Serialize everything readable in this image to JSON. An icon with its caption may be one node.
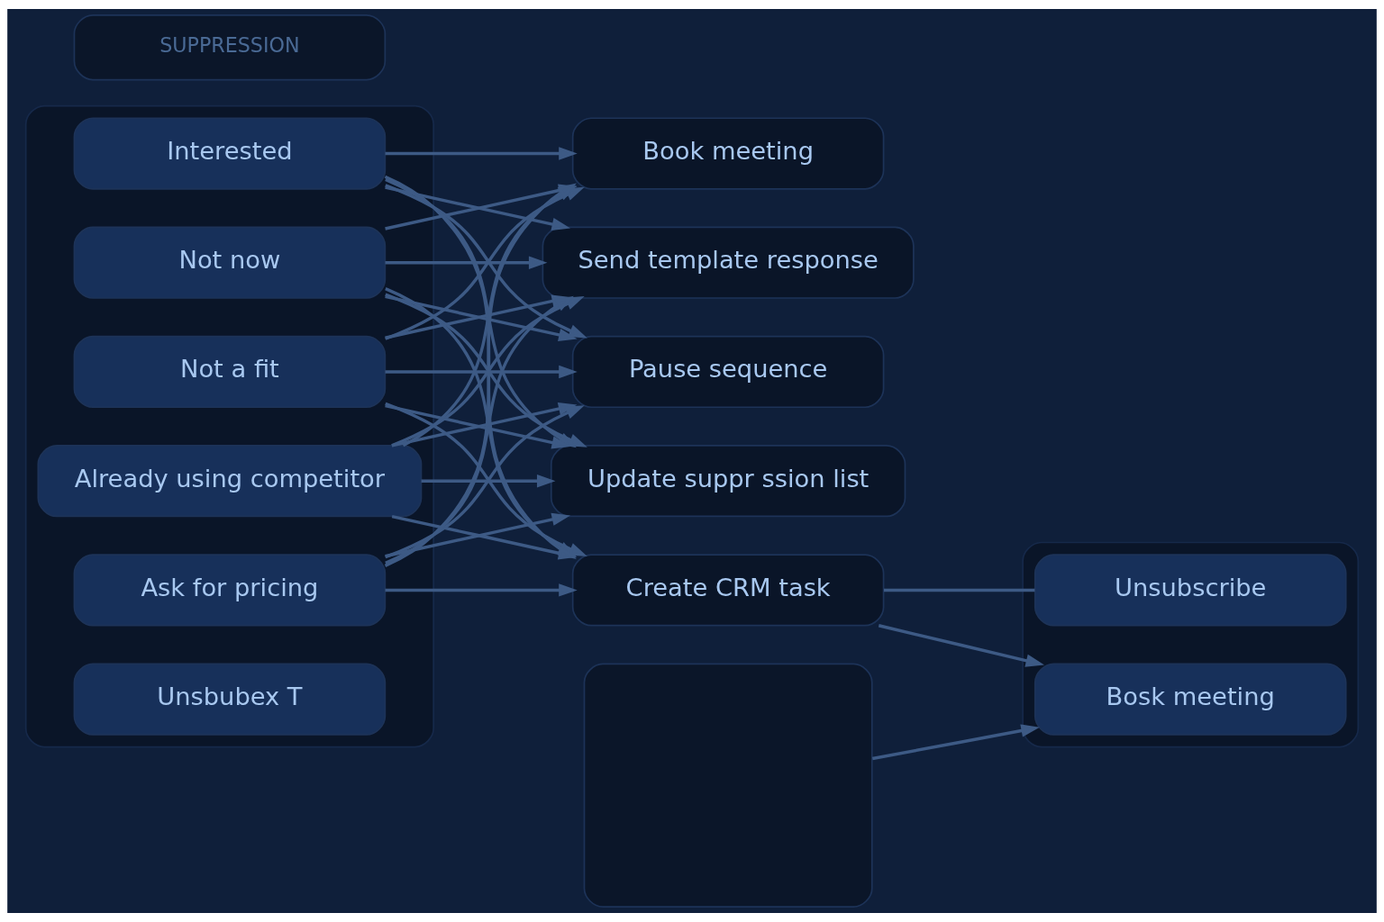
{
  "diagram": {
    "nodes": [
      {
        "text": [],
        "shape": "box"
      },
      {
        "text": [
          "Interested"
        ],
        "in": 0
      },
      {
        "text": [
          "Not now"
        ],
        "in": 0
      },
      {
        "text": [
          "Not a fit"
        ],
        "in": 0
      },
      {
        "text": [
          "Already using competitor"
        ],
        "in": 0
      },
      {
        "text": [
          "Ask for pricing"
        ],
        "in": 0
      },
      {
        "text": [
          "Unsbubex T"
        ],
        "in": 0
      },
      {
        "text": [
          "Send template response"
        ]
      },
      {
        "text": [
          "Pause sequence"
        ]
      },
      {
        "text": [
          "Update suppr ssion list"
        ]
      },
      {
        "text": [
          "Create CRM task"
        ]
      },
      {
        "text": [
          "Book meeting"
        ]
      },
      {
        "text": [
          "SUPPRESSION"
        ]
      },
      {
        "text": [],
        "shape": "box"
      },
      {
        "text": [],
        "shape": "box"
      },
      {
        "text": [
          "Bosk meeting"
        ],
        "in": 14
      },
      {
        "text": [
          "Unsubscribe"
        ],
        "in": 14
      }
    ],
    "edges": [
      {
        "from": 1,
        "to": 7,
        "arrow": "to"
      },
      {
        "from": 1,
        "to": 8,
        "arrow": "to"
      },
      {
        "from": 1,
        "to": 9,
        "arrow": "to"
      },
      {
        "from": 1,
        "to": 10,
        "arrow": "to"
      },
      {
        "from": 1,
        "to": 11,
        "arrow": "to"
      },
      {
        "from": 2,
        "to": 7,
        "arrow": "to"
      },
      {
        "from": 2,
        "to": 8,
        "arrow": "to"
      },
      {
        "from": 2,
        "to": 9,
        "arrow": "to"
      },
      {
        "from": 2,
        "to": 10,
        "arrow": "to"
      },
      {
        "from": 2,
        "to": 11,
        "arrow": "to"
      },
      {
        "from": 3,
        "to": 7,
        "arrow": "to"
      },
      {
        "from": 3,
        "to": 8,
        "arrow": "to"
      },
      {
        "from": 3,
        "to": 9,
        "arrow": "to"
      },
      {
        "from": 3,
        "to": 10,
        "arrow": "to"
      },
      {
        "from": 3,
        "to": 11,
        "arrow": "to"
      },
      {
        "from": 4,
        "to": 7,
        "arrow": "to"
      },
      {
        "from": 4,
        "to": 8,
        "arrow": "to"
      },
      {
        "from": 4,
        "to": 9,
        "arrow": "to"
      },
      {
        "from": 4,
        "to": 10,
        "arrow": "to"
      },
      {
        "from": 4,
        "to": 11,
        "arrow": "to"
      },
      {
        "from": 5,
        "to": 7,
        "arrow": "to"
      },
      {
        "from": 5,
        "to": 8,
        "arrow": "to"
      },
      {
        "from": 5,
        "to": 9,
        "arrow": "to"
      },
      {
        "from": 5,
        "to": 10,
        "arrow": "to"
      },
      {
        "from": 5,
        "to": 11,
        "arrow": "to"
      },
      {
        "from": 10,
        "to": 15,
        "arrow": "to"
      },
      {
        "from": 10,
        "to": 16,
        "arrow": "none"
      },
      {
        "from": 13,
        "to": 15,
        "arrow": "to"
      }
    ]
  }
}
